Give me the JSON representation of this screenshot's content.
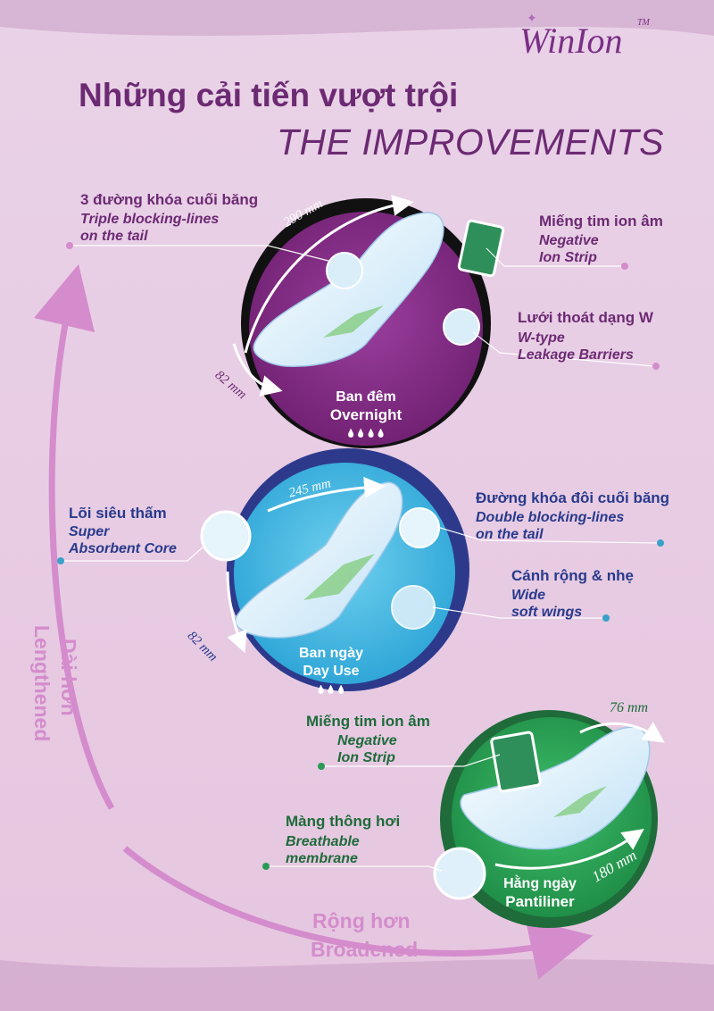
{
  "brand": {
    "logo_text": "WinIon",
    "tm": "TM"
  },
  "heading": {
    "vietnamese": "Những cải tiến vượt trội",
    "english": "THE IMPROVEMENTS"
  },
  "overnight": {
    "label_vi": "Ban đêm",
    "label_en": "Overnight",
    "drops": "💧💧💧💧",
    "length": "290 mm",
    "width": "82 mm",
    "features": [
      {
        "vi": "3 đường khóa cuối băng",
        "en1": "Triple blocking-lines",
        "en2": "on the tail"
      },
      {
        "vi": "Miếng tim ion âm",
        "en1": "Negative",
        "en2": "Ion Strip"
      },
      {
        "vi": "Lưới thoát dạng W",
        "en1": "W-type",
        "en2": "Leakage Barriers"
      }
    ]
  },
  "dayuse": {
    "label_vi": "Ban ngày",
    "label_en": "Day Use",
    "drops": "💧💧💧",
    "length": "245 mm",
    "width": "82 mm",
    "features": [
      {
        "vi": "Lõi siêu thấm",
        "en1": "Super",
        "en2": "Absorbent Core"
      },
      {
        "vi": "Đường khóa đôi cuối băng",
        "en1": "Double blocking-lines",
        "en2": "on the tail"
      },
      {
        "vi": "Cánh rộng & nhẹ",
        "en1": "Wide",
        "en2": "soft wings"
      }
    ]
  },
  "pantiliner": {
    "label_vi": "Hằng ngày",
    "label_en": "Pantiliner",
    "length": "180 mm",
    "width": "76 mm",
    "features": [
      {
        "vi": "Miếng tim ion âm",
        "en1": "Negative",
        "en2": "Ion Strip"
      },
      {
        "vi": "Màng thông hơi",
        "en1": "Breathable",
        "en2": "membrane"
      }
    ]
  },
  "side_arrows": {
    "vertical_vi": "Dài hơn",
    "vertical_en": "Lengthened",
    "horizontal_vi": "Rộng hơn",
    "horizontal_en": "Broadened"
  },
  "colors": {
    "purple": "#6c2a73",
    "navy": "#283a8c",
    "green": "#1e6b3a",
    "pink": "#d48ccc",
    "bg": "#ead2e6"
  }
}
